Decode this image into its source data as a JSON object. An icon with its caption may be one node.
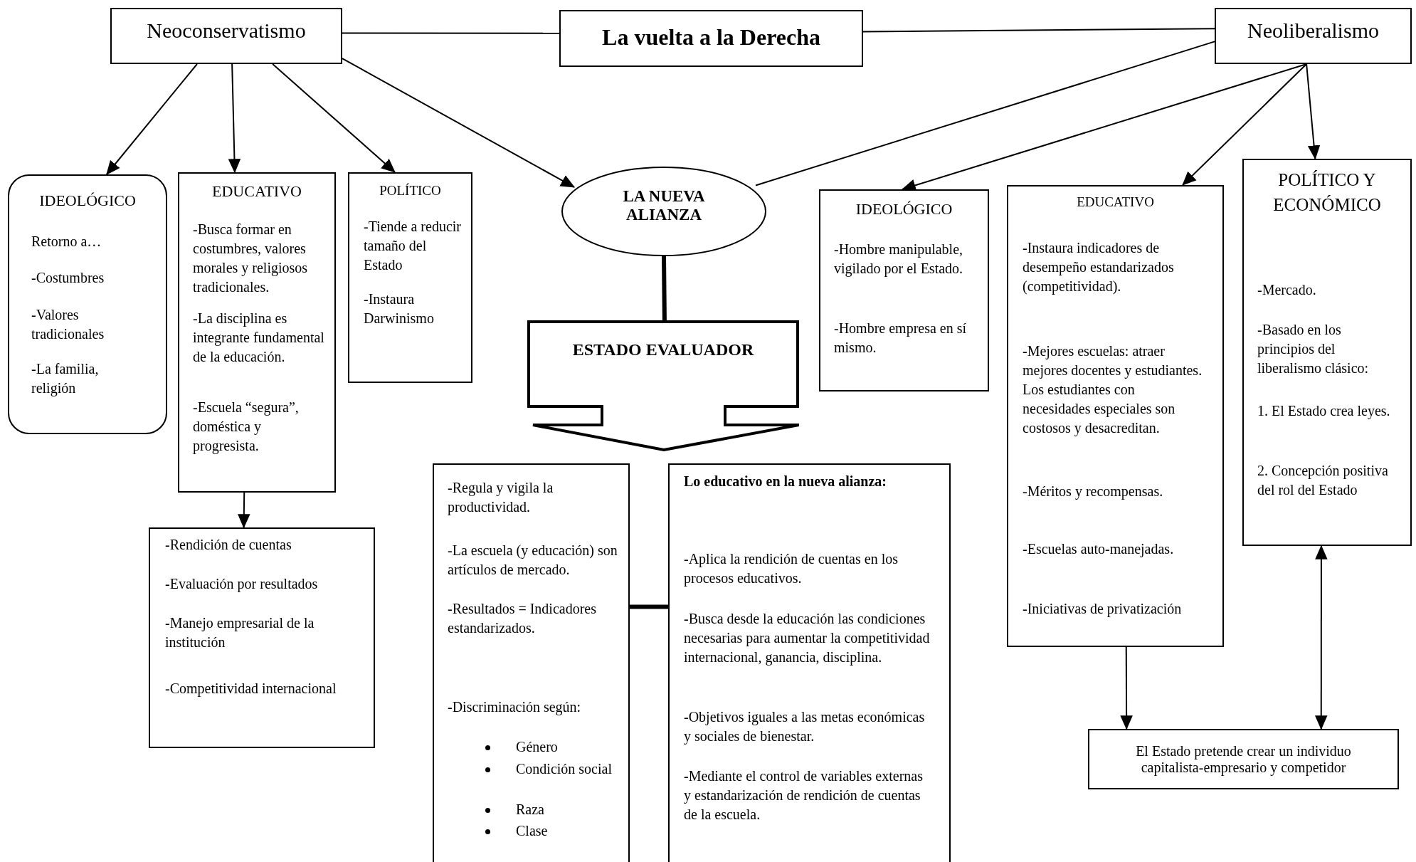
{
  "diagram": {
    "nodes": [
      {
        "text": [
          "Neoconservatismo"
        ]
      },
      {
        "text": [
          "La vuelta a la Derecha"
        ]
      },
      {
        "text": [
          "Neoliberalismo"
        ]
      },
      {
        "text": [
          "IDEOLÓGICO",
          "Retorno a…",
          "-Costumbres",
          "-Valores tradicionales",
          "-La familia, religión"
        ]
      },
      {
        "text": [
          "EDUCATIVO",
          "-Busca formar en costumbres, valores morales y religiosos tradicionales.",
          "-La disciplina es integrante fundamental de la educación.",
          "-Escuela “segura”, doméstica y progresista."
        ]
      },
      {
        "text": [
          "POLÍTICO",
          "-Tiende a reducir tamaño del Estado",
          "-Instaura Darwinismo"
        ]
      },
      {
        "text": [
          "LA NUEVA ALIANZA"
        ]
      },
      {
        "text": [
          "ESTADO EVALUADOR"
        ]
      },
      {
        "text": [
          "-Rendición de cuentas",
          "-Evaluación por resultados",
          "-Manejo empresarial de la institución",
          "-Competitividad internacional"
        ]
      },
      {
        "text": [
          "-Regula y vigila la productividad.",
          "-La escuela (y educación) son artículos de mercado.",
          "-Resultados = Indicadores estandarizados.",
          "-Discriminación según:",
          "Género",
          "Condición social",
          "Raza",
          "Clase"
        ]
      },
      {
        "text": [
          "Lo educativo en la nueva alianza:",
          "-Aplica la rendición de cuentas en los procesos educativos.",
          "-Busca desde la educación las condiciones necesarias para aumentar la competitividad internacional, ganancia, disciplina.",
          "-Objetivos iguales a las metas económicas y sociales de bienestar.",
          "-Mediante el control de variables externas y estandarización de rendición de cuentas de la escuela."
        ]
      },
      {
        "text": [
          "IDEOLÓGICO",
          "-Hombre manipulable, vigilado por el Estado.",
          "-Hombre empresa en sí mismo."
        ]
      },
      {
        "text": [
          "EDUCATIVO",
          "-Instaura indicadores de desempeño estandarizados (competitividad).",
          "-Mejores escuelas: atraer mejores docentes y estudiantes. Los estudiantes con necesidades especiales son costosos y desacreditan.",
          "-Méritos y recompensas.",
          "-Escuelas auto-manejadas.",
          "-Iniciativas de privatización"
        ]
      },
      {
        "text": [
          "POLÍTICO Y ECONÓMICO",
          "-Mercado.",
          "-Basado en los principios del liberalismo clásico:",
          "1. El Estado crea leyes.",
          "2. Concepción positiva del rol del Estado"
        ]
      },
      {
        "text": [
          "El Estado pretende crear un individuo capitalista-empresario y competidor"
        ]
      }
    ],
    "edges": [
      {
        "from": 0,
        "to": 1,
        "arrow": "none"
      },
      {
        "from": 1,
        "to": 2,
        "arrow": "none"
      },
      {
        "from": 0,
        "to": 3,
        "arrow": "to"
      },
      {
        "from": 0,
        "to": 4,
        "arrow": "to"
      },
      {
        "from": 0,
        "to": 5,
        "arrow": "to"
      },
      {
        "from": 0,
        "to": 6,
        "arrow": "to"
      },
      {
        "from": 2,
        "to": 6,
        "arrow": "none"
      },
      {
        "from": 2,
        "to": 11,
        "arrow": "to"
      },
      {
        "from": 2,
        "to": 12,
        "arrow": "to"
      },
      {
        "from": 2,
        "to": 13,
        "arrow": "to"
      },
      {
        "from": 6,
        "to": 7,
        "arrow": "none",
        "style": "thick"
      },
      {
        "from": 4,
        "to": 8,
        "arrow": "to"
      },
      {
        "from": 9,
        "to": 10,
        "arrow": "none",
        "style": "thick"
      },
      {
        "from": 12,
        "to": 14,
        "arrow": "to"
      },
      {
        "from": 13,
        "to": 14,
        "arrow": "both"
      }
    ]
  }
}
